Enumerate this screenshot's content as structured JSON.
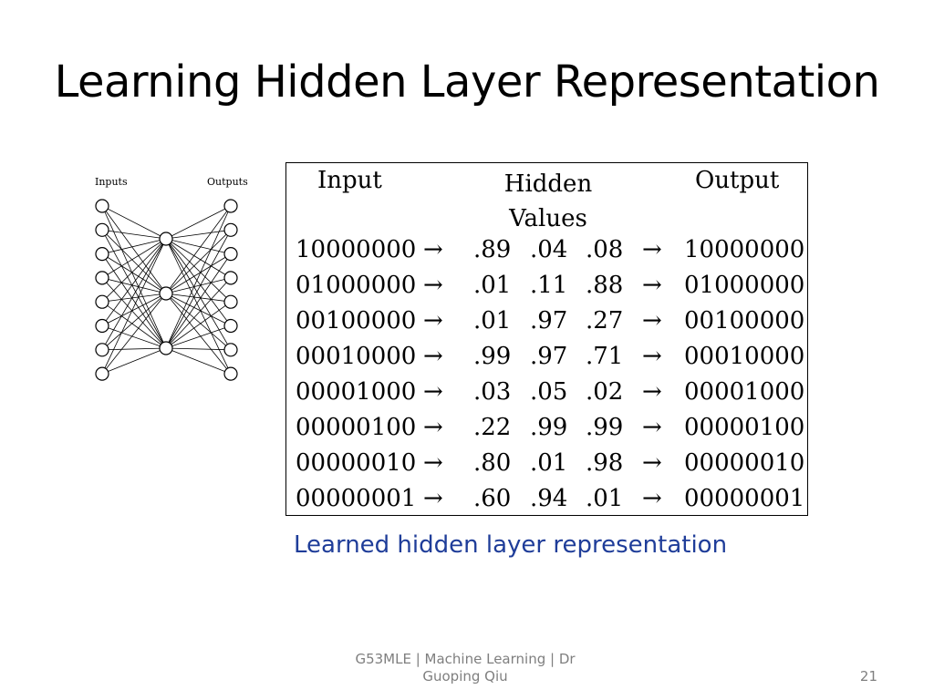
{
  "slide": {
    "title": "Learning Hidden Layer Representation",
    "caption": "Learned hidden layer representation",
    "footer_line1": "G53MLE |  Machine Learning | Dr",
    "footer_line2": "Guoping Qiu",
    "page_number": "21"
  },
  "network": {
    "inputs_label": "Inputs",
    "outputs_label": "Outputs",
    "input_nodes": 8,
    "hidden_nodes": 3,
    "output_nodes": 8
  },
  "table": {
    "header_input": "Input",
    "header_hidden_line1": "Hidden",
    "header_hidden_line2": "Values",
    "header_output": "Output",
    "arrow": "→",
    "rows": [
      {
        "input": "10000000",
        "h": [
          ".89",
          ".04",
          ".08"
        ],
        "output": "10000000"
      },
      {
        "input": "01000000",
        "h": [
          ".01",
          ".11",
          ".88"
        ],
        "output": "01000000"
      },
      {
        "input": "00100000",
        "h": [
          ".01",
          ".97",
          ".27"
        ],
        "output": "00100000"
      },
      {
        "input": "00010000",
        "h": [
          ".99",
          ".97",
          ".71"
        ],
        "output": "00010000"
      },
      {
        "input": "00001000",
        "h": [
          ".03",
          ".05",
          ".02"
        ],
        "output": "00001000"
      },
      {
        "input": "00000100",
        "h": [
          ".22",
          ".99",
          ".99"
        ],
        "output": "00000100"
      },
      {
        "input": "00000010",
        "h": [
          ".80",
          ".01",
          ".98"
        ],
        "output": "00000010"
      },
      {
        "input": "00000001",
        "h": [
          ".60",
          ".94",
          ".01"
        ],
        "output": "00000001"
      }
    ]
  }
}
